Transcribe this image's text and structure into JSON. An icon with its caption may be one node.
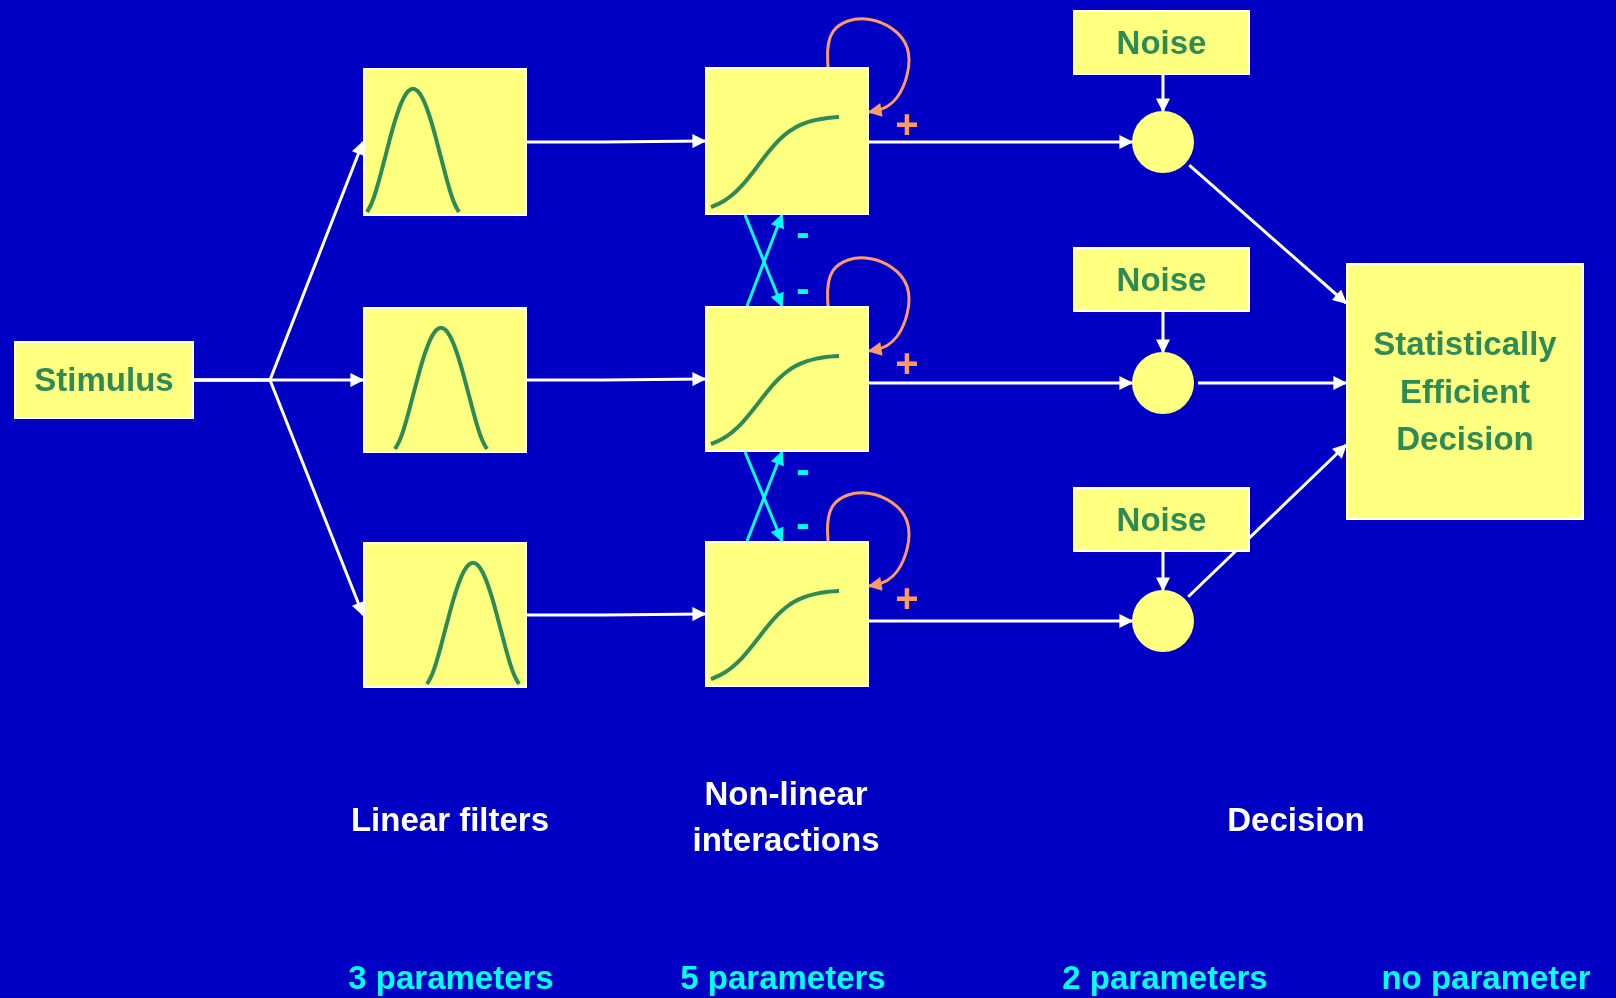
{
  "diagram": {
    "nodes": [
      {
        "text": [
          "Stimulus"
        ]
      },
      {
        "text": [],
        "shape": "box"
      },
      {
        "text": [],
        "shape": "box"
      },
      {
        "text": [],
        "shape": "box"
      },
      {
        "text": [],
        "shape": "box"
      },
      {
        "text": [],
        "shape": "box"
      },
      {
        "text": [],
        "shape": "box"
      },
      {
        "text": [
          "Noise"
        ]
      },
      {
        "text": [
          "Noise"
        ]
      },
      {
        "text": [
          "Noise"
        ]
      },
      {
        "text": [],
        "shape": "circle"
      },
      {
        "text": [],
        "shape": "circle"
      },
      {
        "text": [],
        "shape": "circle"
      },
      {
        "text": [
          "Statistically Efficient Decision"
        ]
      }
    ],
    "edges": [
      {
        "from": 0,
        "to": 1,
        "arrow": "to"
      },
      {
        "from": 0,
        "to": 2,
        "arrow": "to"
      },
      {
        "from": 0,
        "to": 3,
        "arrow": "to"
      },
      {
        "from": 1,
        "to": 4,
        "arrow": "to"
      },
      {
        "from": 2,
        "to": 5,
        "arrow": "to"
      },
      {
        "from": 3,
        "to": 6,
        "arrow": "to"
      },
      {
        "from": 4,
        "to": 4,
        "arrow": "to",
        "label": "+",
        "color": "#ff9966"
      },
      {
        "from": 5,
        "to": 5,
        "arrow": "to",
        "label": "+",
        "color": "#ff9966"
      },
      {
        "from": 6,
        "to": 6,
        "arrow": "to",
        "label": "+",
        "color": "#ff9966"
      },
      {
        "from": 4,
        "to": 5,
        "arrow": "to",
        "label": "-",
        "color": "#00ffff"
      },
      {
        "from": 5,
        "to": 4,
        "arrow": "to",
        "label": "-",
        "color": "#00ffff"
      },
      {
        "from": 5,
        "to": 6,
        "arrow": "to",
        "label": "-",
        "color": "#00ffff"
      },
      {
        "from": 6,
        "to": 5,
        "arrow": "to",
        "label": "-",
        "color": "#00ffff"
      },
      {
        "from": 4,
        "to": 10,
        "arrow": "to"
      },
      {
        "from": 5,
        "to": 11,
        "arrow": "to"
      },
      {
        "from": 6,
        "to": 12,
        "arrow": "to"
      },
      {
        "from": 7,
        "to": 10,
        "arrow": "to"
      },
      {
        "from": 8,
        "to": 11,
        "arrow": "to"
      },
      {
        "from": 9,
        "to": 12,
        "arrow": "to"
      },
      {
        "from": 10,
        "to": 13,
        "arrow": "to"
      },
      {
        "from": 11,
        "to": 13,
        "arrow": "to"
      },
      {
        "from": 12,
        "to": 13,
        "arrow": "to"
      }
    ],
    "labels": [
      "Linear filters",
      "Non-linear interactions",
      "Decision",
      "3 parameters",
      "5 parameters",
      "2 parameters",
      "no parameter"
    ]
  }
}
